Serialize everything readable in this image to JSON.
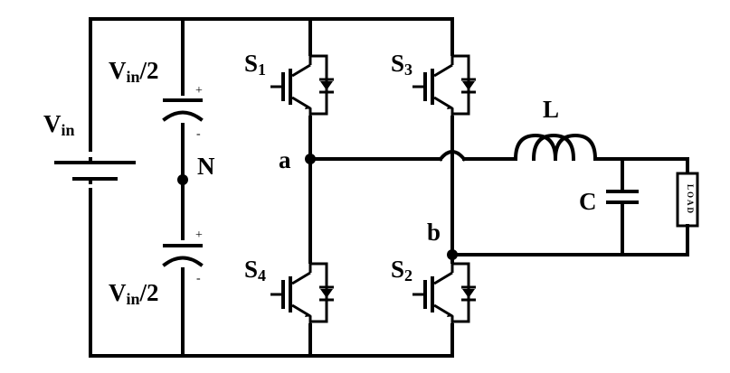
{
  "labels": {
    "vin_main": "V",
    "vin_main_sub": "in",
    "vin_half_top": "V",
    "vin_half_top_sub": "in",
    "vin_half_top_suffix": "/2",
    "vin_half_bottom": "V",
    "vin_half_bottom_sub": "in",
    "vin_half_bottom_suffix": "/2",
    "neutral": "N",
    "node_a": "a",
    "node_b": "b",
    "inductor": "L",
    "capacitor": "C",
    "load": "LOAD",
    "s1": "S",
    "s1_sub": "1",
    "s2": "S",
    "s2_sub": "2",
    "s3": "S",
    "s3_sub": "3",
    "s4": "S",
    "s4_sub": "4",
    "plus_top": "+",
    "minus_top": "-",
    "plus_bottom": "+",
    "minus_bottom": "-"
  }
}
